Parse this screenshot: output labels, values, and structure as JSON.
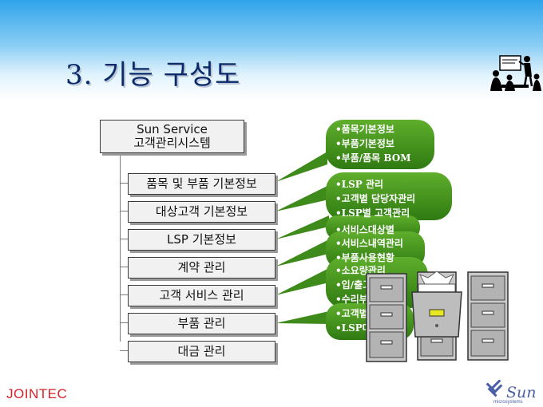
{
  "title": "3. 기능 구성도",
  "root": {
    "line1": "Sun Service",
    "line2": "고객관리시스템"
  },
  "items": [
    "품목 및 부품 기본정보",
    "대상고객 기본정보",
    "LSP 기본정보",
    "계약 관리",
    "고객 서비스 관리",
    "부품 관리",
    "대금 관리"
  ],
  "bubbles": [
    [
      "•품목기본정보",
      "•부품기본정보",
      "•부품/품목 BOM"
    ],
    [
      "•LSP 관리",
      "•고객별 담당자관리",
      "•LSP별 고객관리"
    ],
    [
      "•서비스대상별"
    ],
    [
      "•서비스내역관리",
      "•부품사용현황"
    ],
    [
      "•소요량관리",
      "•입/출고관리",
      "•수리부품관리"
    ],
    [
      "•고객별 청구관리",
      "•LSP대금 관리"
    ]
  ],
  "footer": {
    "company": "JOINTEC",
    "partner": "Sun",
    "partner_sub": "microsystems"
  },
  "colors": {
    "title": "#0b2a6a",
    "bubble": "#3e8a1a",
    "footer": "#d8202a",
    "sun": "#4a5fa6"
  }
}
